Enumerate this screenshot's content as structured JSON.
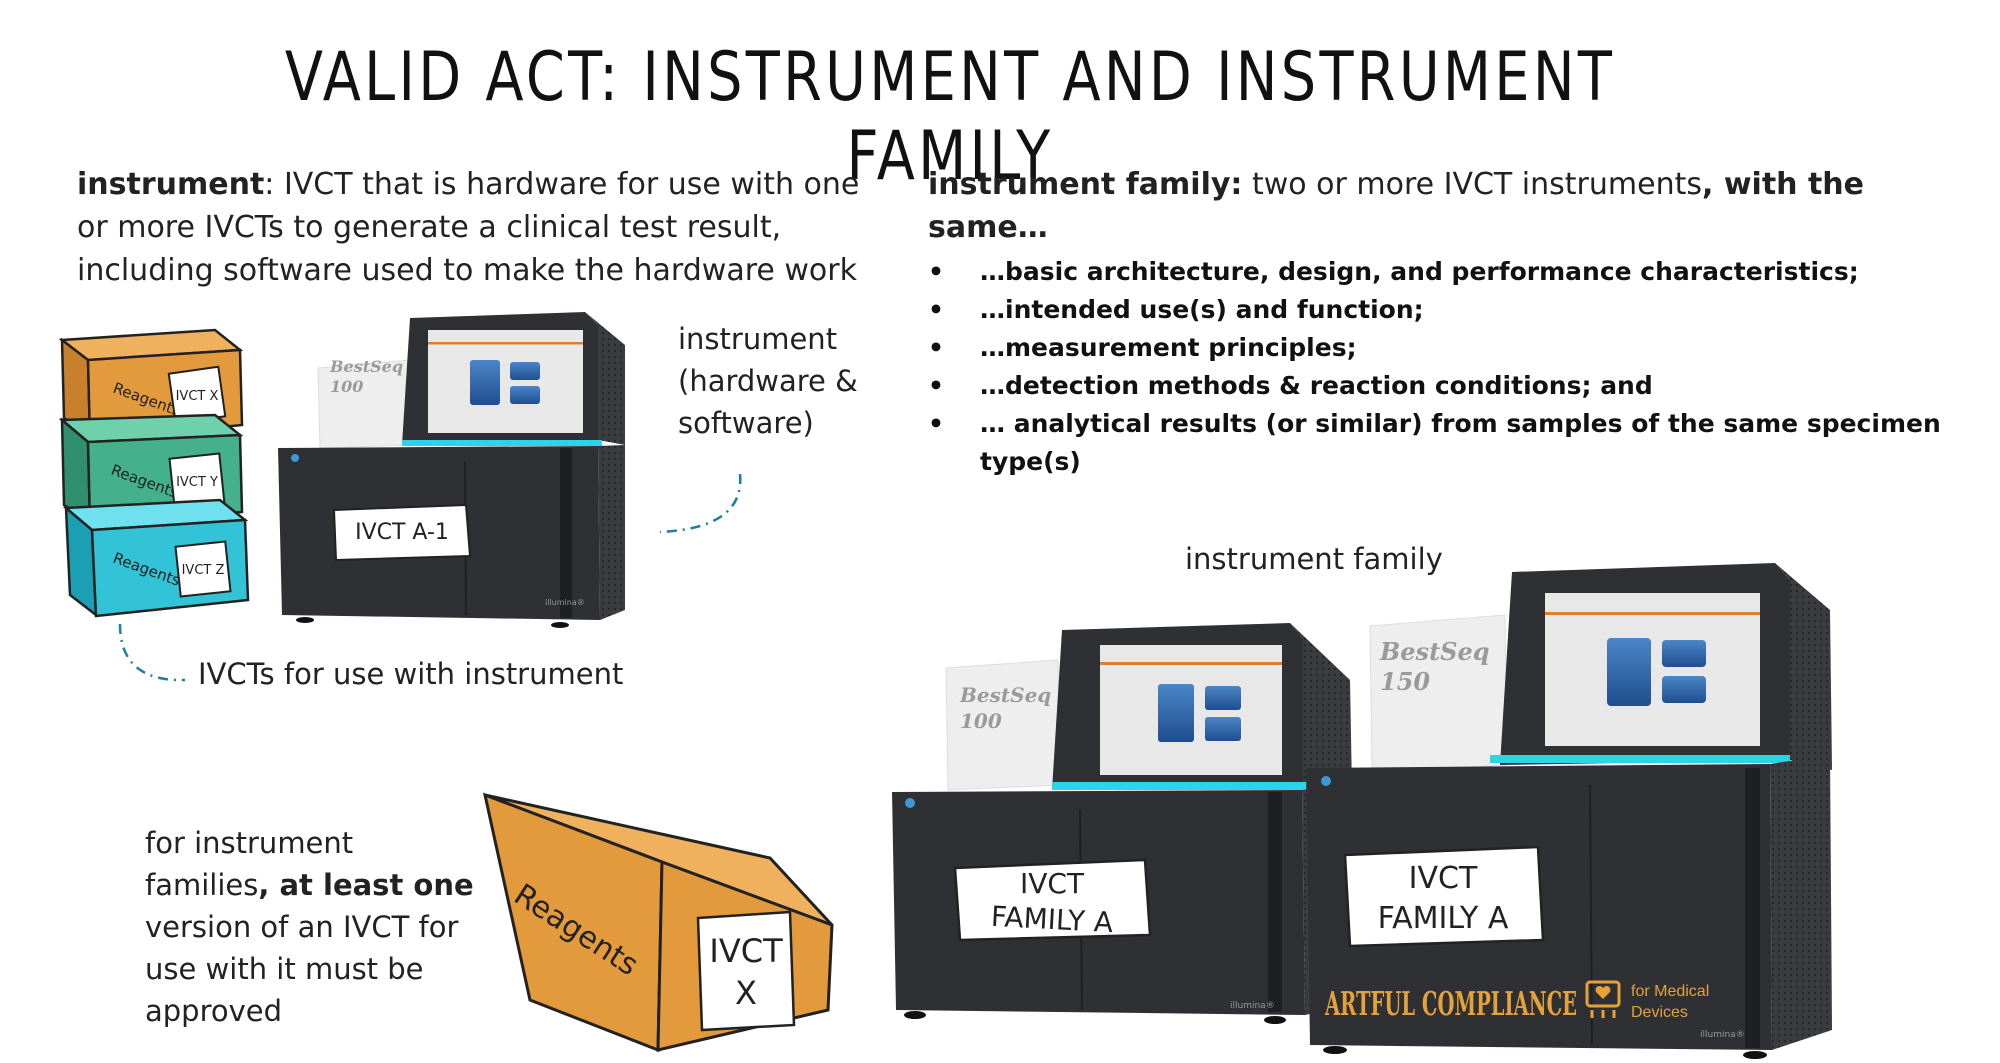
{
  "title": "VALID ACT: INSTRUMENT AND INSTRUMENT FAMILY",
  "instrument_def": {
    "term": "instrument",
    "text": ": IVCT that is hardware for use with one or more IVCTs to generate a clinical test result, including software used to make the hardware work"
  },
  "family_def": {
    "term": "instrument family:",
    "text": " two or more IVCT instruments",
    "tail": ", with the same…",
    "bullets": [
      "…basic architecture, design, and performance characteristics;",
      "…intended use(s) and function;",
      "…measurement principles;",
      "…detection methods & reaction conditions; and",
      "… analytical results (or similar) from samples of the same specimen type(s)"
    ]
  },
  "labels": {
    "instrument": "instrument (hardware & software)",
    "ivcts": "IVCTs for use with instrument",
    "family": "instrument family",
    "note_pre": "for instrument families",
    "note_bold": ", at least one",
    "note_post": " version of an IVCT for use with it must be approved"
  },
  "boxes": {
    "reagents": "Reagents",
    "small": [
      "IVCT X",
      "IVCT Y",
      "IVCT Z"
    ],
    "big": "IVCT X"
  },
  "instruments": {
    "single": {
      "brand": "BestSeq",
      "model": "100",
      "label": "IVCT A-1"
    },
    "family_1": {
      "brand": "BestSeq",
      "model": "100",
      "label": "IVCT FAMILY A"
    },
    "family_2": {
      "brand": "BestSeq",
      "model": "150",
      "label": "IVCT FAMILY A"
    },
    "maker": "illumina®"
  },
  "logo": {
    "name": "ARTFUL COMPLIANCE",
    "sub": "for Medical Devices"
  },
  "colors": {
    "orange": "#E39A3C",
    "green": "#44B08C",
    "cyan": "#33C3D6",
    "dark": "#2E3033",
    "accent": "#2DD4E8",
    "logo": "#E5A23A"
  }
}
